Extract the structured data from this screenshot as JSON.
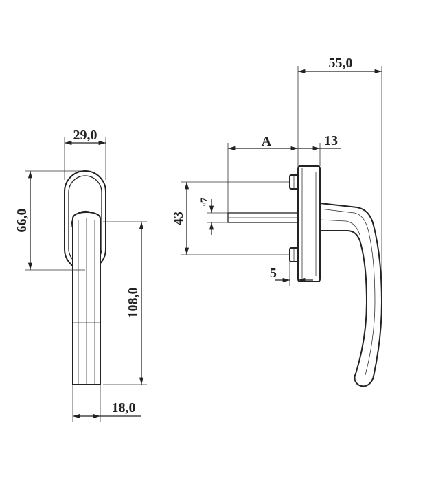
{
  "dimensions": {
    "front_width": "29,0",
    "front_rose_height": "66,0",
    "front_handle_length": "108,0",
    "front_grip_width": "18,0",
    "side_depth": "55,0",
    "side_spindle": "A",
    "side_rose_depth": "13",
    "side_screw_spacing": "43",
    "side_square": "▫7",
    "side_screw_protrusion": "5"
  }
}
